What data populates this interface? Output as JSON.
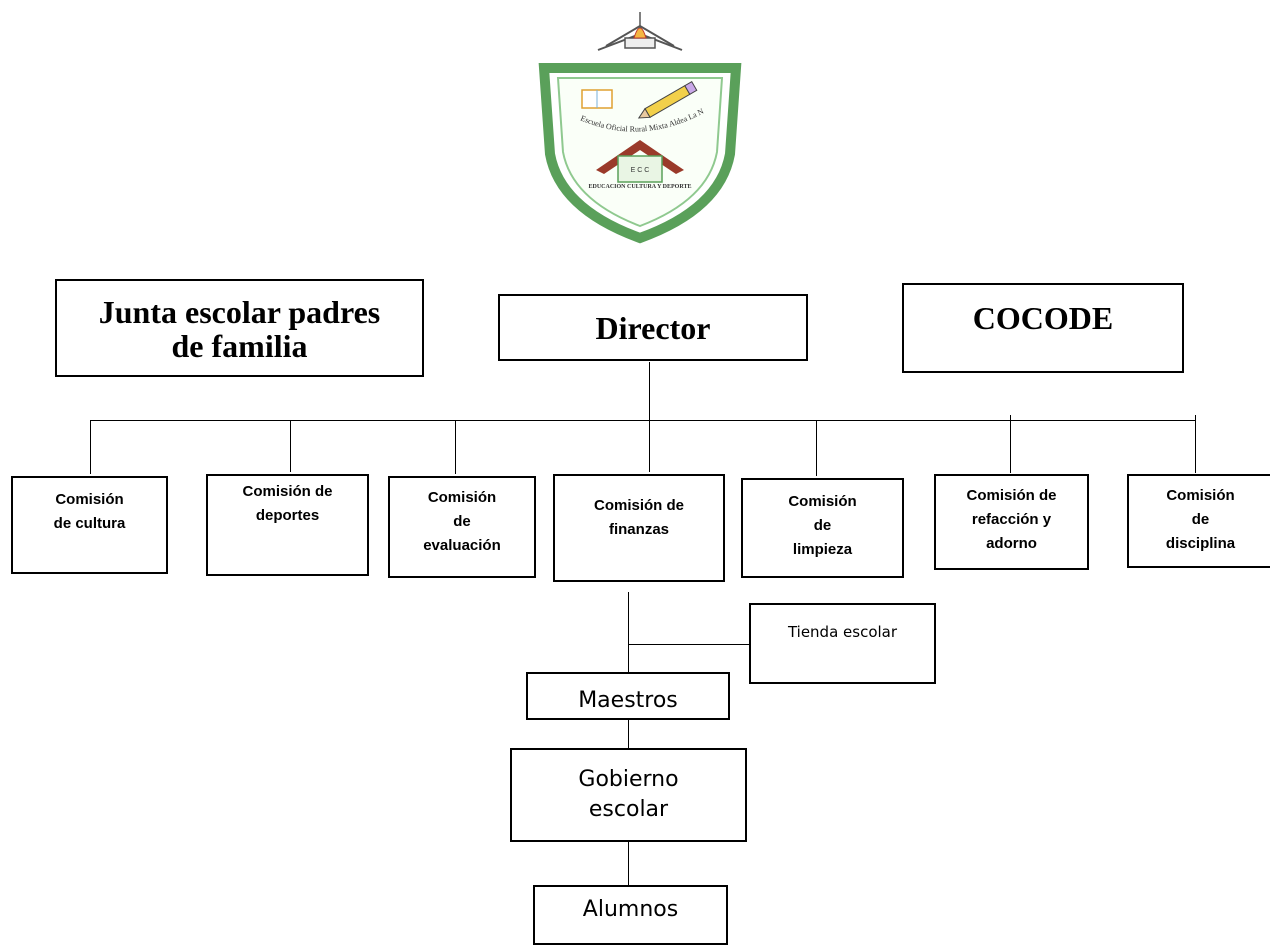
{
  "logo": {
    "school_text": "Escuela Oficial Rural Mixta Aldea La Nueva Libertad Chiquimulilla, Santa Rosa",
    "house_letters": "E C C",
    "motto": "EDUCACION CULTURA Y DEPORTE",
    "colors": {
      "shield_border": "#5aa05a",
      "house_roof": "#9a3a2a",
      "accent": "#c9a8e8"
    }
  },
  "top": {
    "junta": "Junta escolar padres\nde familia",
    "director": "Director",
    "cocode": "COCODE"
  },
  "commissions": [
    {
      "label": "Comisión\nde  cultura"
    },
    {
      "label": "Comisión de\ndeportes"
    },
    {
      "label": "Comisión\nde\nevaluación"
    },
    {
      "label": "Comisión de\nfinanzas"
    },
    {
      "label": "Comisión\nde\nlimpieza"
    },
    {
      "label": "Comisión de\nrefacción y\nadorno"
    },
    {
      "label": "Comisión\nde\ndisciplina"
    }
  ],
  "lower": {
    "tienda": "Tienda escolar",
    "maestros": "Maestros",
    "gobierno": "Gobierno\nescolar",
    "alumnos": "Alumnos"
  }
}
